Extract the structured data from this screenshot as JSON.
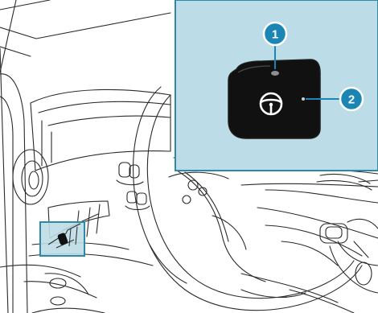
{
  "diagram": {
    "callouts": [
      {
        "id": "callout-1",
        "number": "1"
      },
      {
        "id": "callout-2",
        "number": "2"
      }
    ],
    "icons": {
      "button_symbol": "steering-wheel-icon"
    },
    "colors": {
      "highlight_fill": "#bcdde7",
      "highlight_border": "#2f88a8",
      "callout_fill": "#1b86b4",
      "button_fill": "#111111",
      "line_art": "#2a2a2a"
    }
  }
}
